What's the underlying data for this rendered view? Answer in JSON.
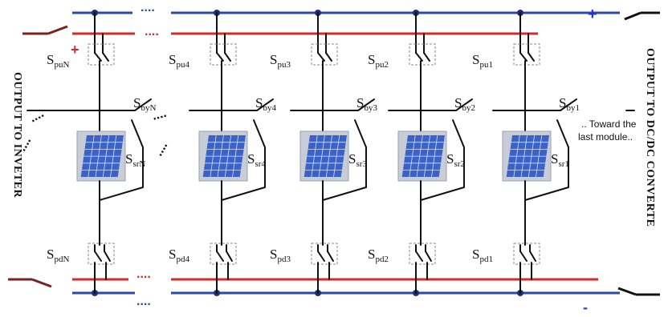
{
  "side_labels": {
    "left": "OUTPUT TO INVETER",
    "right": "OUTPUT TO DC/DC CONVERTE"
  },
  "note": [
    ".. Toward the",
    "last module.."
  ],
  "ellipsis": "....",
  "polarity": {
    "top_plus": "+",
    "module_plus": "+",
    "bottom_minus": "-"
  },
  "colors": {
    "positive_rail": "#d42a2a",
    "negative_rail": "#2a4aa8",
    "wire": "#111111",
    "panel": "#3b62c8",
    "panel_frame": "#c7ccd6",
    "switch_box": "#8a8a8a",
    "plus_top": "#2233cc",
    "plus_module": "#d42a2a",
    "terminal_left": "#7a2020"
  },
  "modules": [
    {
      "pu": [
        "S",
        "puN"
      ],
      "by": [
        "S",
        "byN"
      ],
      "sr": [
        "S",
        "srN"
      ],
      "pd": [
        "S",
        "pdN"
      ]
    },
    {
      "pu": [
        "S",
        "pu4"
      ],
      "by": [
        "S",
        "by4"
      ],
      "sr": [
        "S",
        "sr4"
      ],
      "pd": [
        "S",
        "pd4"
      ]
    },
    {
      "pu": [
        "S",
        "pu3"
      ],
      "by": [
        "S",
        "by3"
      ],
      "sr": [
        "S",
        "sr3"
      ],
      "pd": [
        "S",
        "pd3"
      ]
    },
    {
      "pu": [
        "S",
        "pu2"
      ],
      "by": [
        "S",
        "by2"
      ],
      "sr": [
        "S",
        "sr2"
      ],
      "pd": [
        "S",
        "pd2"
      ]
    },
    {
      "pu": [
        "S",
        "pu1"
      ],
      "by": [
        "S",
        "by1"
      ],
      "sr": [
        "S",
        "sr1"
      ],
      "pd": [
        "S",
        "pd1"
      ]
    }
  ]
}
